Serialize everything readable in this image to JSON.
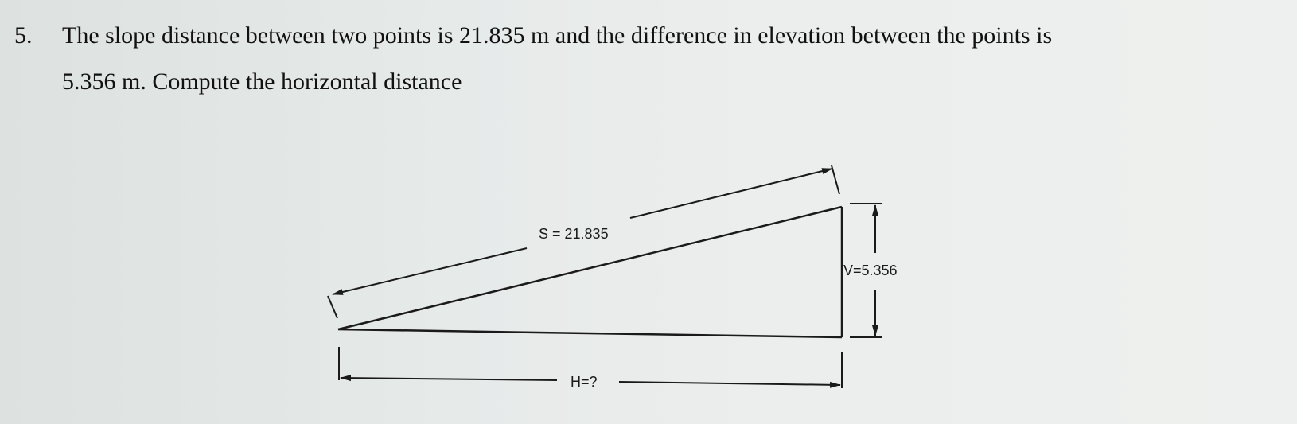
{
  "question": {
    "number": "5.",
    "line1": "The slope distance between two points is 21.835 m and the difference in elevation between the points is",
    "line2": "5.356 m. Compute the horizontal distance"
  },
  "diagram": {
    "slope_label": "S = 21.835",
    "vertical_label": "V=5.356",
    "horizontal_label": "H=?"
  }
}
